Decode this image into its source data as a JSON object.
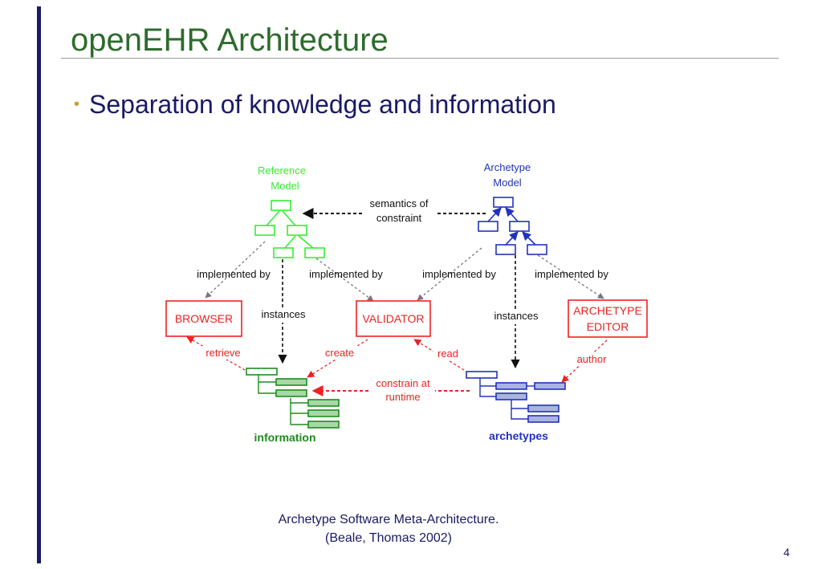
{
  "slide": {
    "title": "openEHR Architecture",
    "bullet": "Separation of knowledge and information",
    "caption_line1": "Archetype Software Meta-Architecture.",
    "caption_line2": "(Beale, Thomas 2002)",
    "page_number": "4"
  },
  "diagram": {
    "reference_model_line1": "Reference",
    "reference_model_line2": "Model",
    "archetype_model_line1": "Archetype",
    "archetype_model_line2": "Model",
    "semantics_line1": "semantics of",
    "semantics_line2": "constraint",
    "implemented_by": "implemented by",
    "instances": "instances",
    "browser": "BROWSER",
    "validator": "VALIDATOR",
    "archetype_editor_line1": "ARCHETYPE",
    "archetype_editor_line2": "EDITOR",
    "retrieve": "retrieve",
    "create": "create",
    "read": "read",
    "author": "author",
    "constrain_line1": "constrain at",
    "constrain_line2": "runtime",
    "information": "information",
    "archetypes": "archetypes"
  },
  "colors": {
    "title_green": "#2e6b2e",
    "navy": "#1a1a66",
    "bright_green": "#33ee33",
    "dark_green": "#1e8c1e",
    "blue": "#2233bb",
    "red": "#ee2222"
  }
}
